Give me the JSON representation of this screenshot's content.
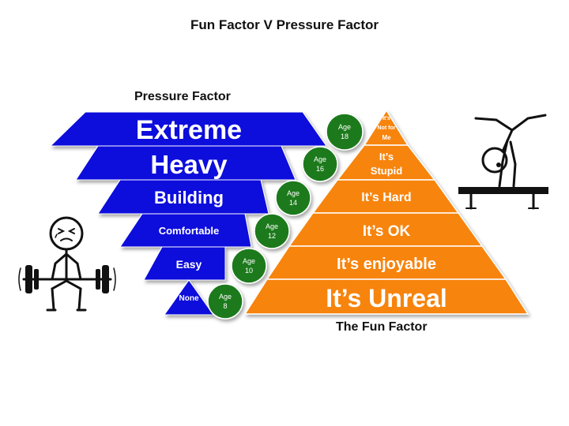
{
  "title": "Fun Factor V Pressure Factor",
  "pressure_label": "Pressure Factor",
  "fun_label": "The Fun Factor",
  "pressure_levels": [
    "Extreme",
    "Heavy",
    "Building",
    "Comfortable",
    "Easy",
    "None"
  ],
  "ages": [
    {
      "word": "Age",
      "num": "18"
    },
    {
      "word": "Age",
      "num": "16"
    },
    {
      "word": "Age",
      "num": "14"
    },
    {
      "word": "Age",
      "num": "12"
    },
    {
      "word": "Age",
      "num": "10"
    },
    {
      "word": "Age",
      "num": "8"
    }
  ],
  "fun_levels": [
    "It's",
    "Not for",
    "Me",
    "It’s",
    "Stupid",
    "It’s Hard",
    "It’s OK",
    "It’s enjoyable",
    "It’s Unreal"
  ],
  "colors": {
    "pressure_fill": "#0a0adc",
    "fun_fill": "#f7840a",
    "age_fill": "#1b7a1b",
    "bench": "#111111"
  }
}
